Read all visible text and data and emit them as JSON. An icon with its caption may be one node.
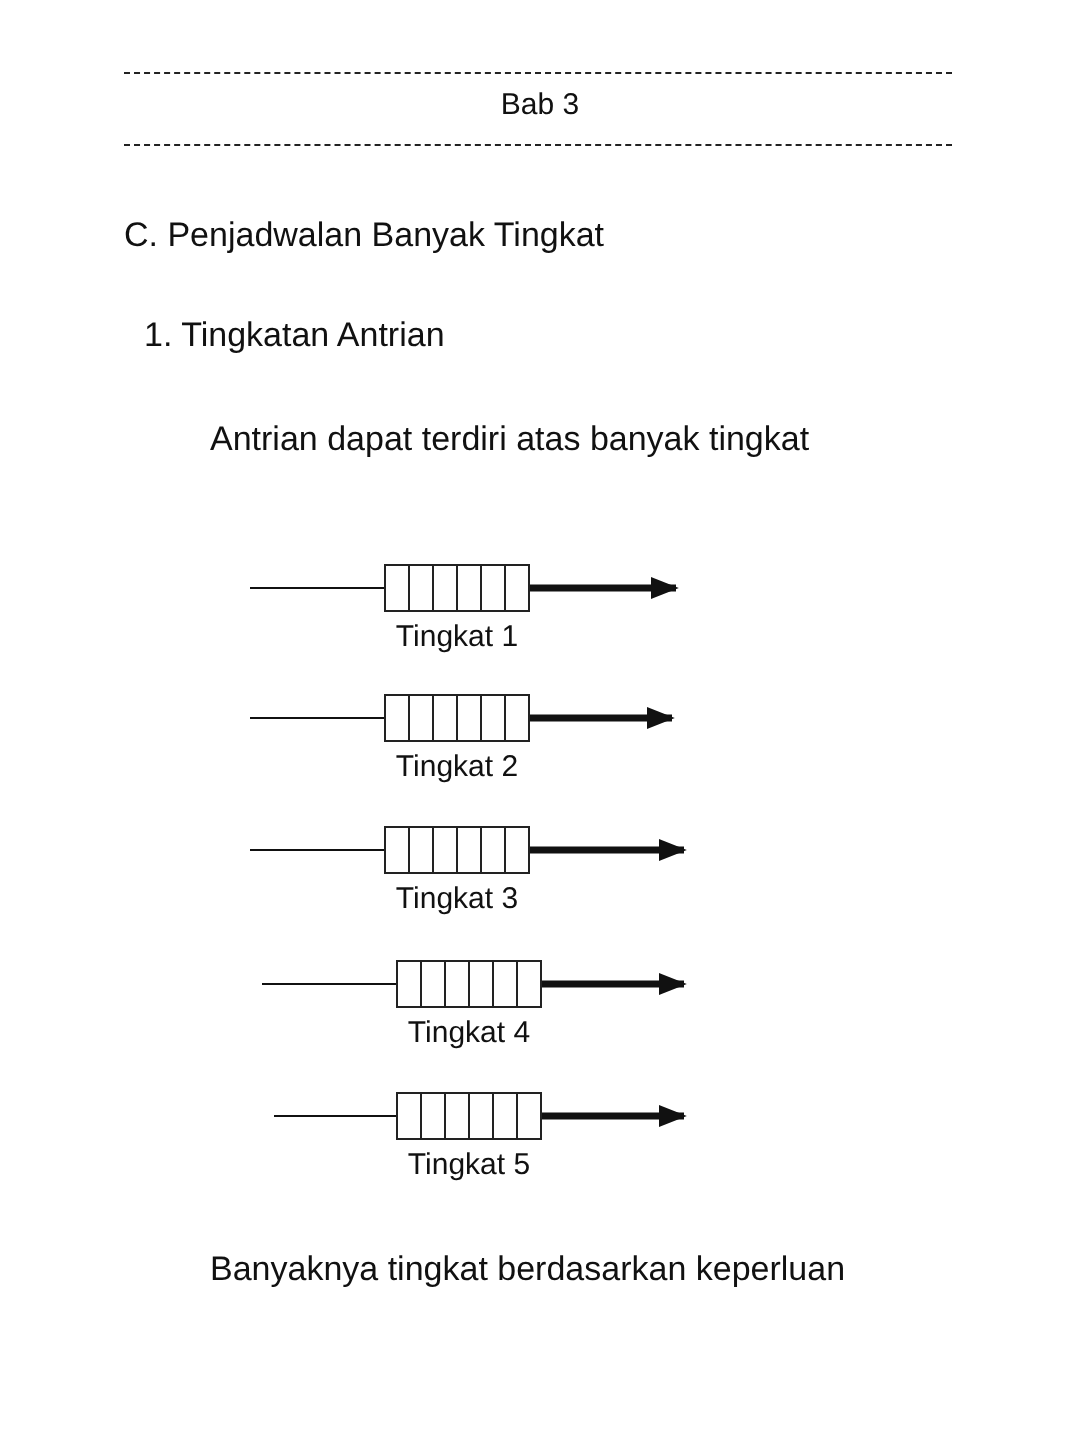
{
  "diagram": {
    "nodes": [
      {
        "text": [
          "Tingkat 1"
        ]
      },
      {
        "text": [
          "Tingkat 2"
        ]
      },
      {
        "text": [
          "Tingkat 3"
        ]
      },
      {
        "text": [
          "Tingkat 4"
        ]
      },
      {
        "text": [
          "Tingkat 5"
        ]
      }
    ],
    "edges": [
      {
        "from": null,
        "to": 0,
        "arrow": "none"
      },
      {
        "from": 0,
        "to": null,
        "arrow": "to",
        "style": "thick"
      },
      {
        "from": null,
        "to": 1,
        "arrow": "none"
      },
      {
        "from": 1,
        "to": null,
        "arrow": "to",
        "style": "thick"
      },
      {
        "from": null,
        "to": 2,
        "arrow": "none"
      },
      {
        "from": 2,
        "to": null,
        "arrow": "to",
        "style": "thick"
      },
      {
        "from": null,
        "to": 3,
        "arrow": "none"
      },
      {
        "from": 3,
        "to": null,
        "arrow": "to",
        "style": "thick"
      },
      {
        "from": null,
        "to": 4,
        "arrow": "none"
      },
      {
        "from": 4,
        "to": null,
        "arrow": "to",
        "style": "thick"
      }
    ],
    "labels": [
      "Bab 3",
      "C. Penjadwalan Banyak Tingkat",
      "1. Tingkatan Antrian",
      "Antrian dapat terdiri atas banyak tingkat",
      "Banyaknya tingkat berdasarkan keperluan"
    ]
  }
}
